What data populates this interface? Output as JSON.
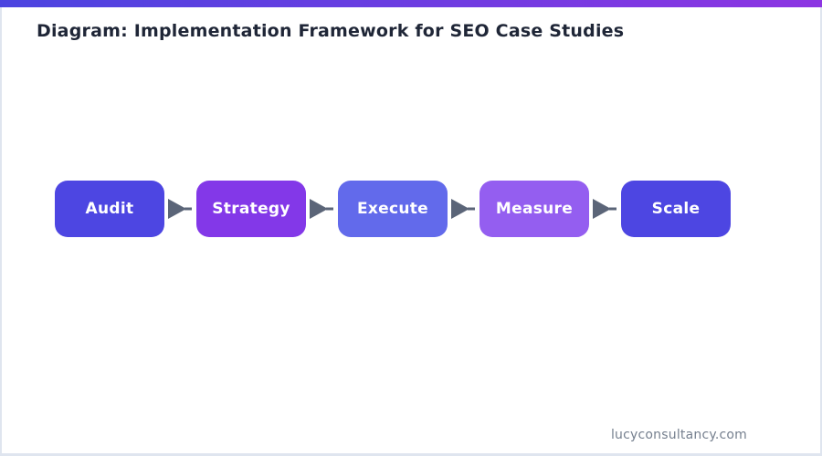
{
  "header": {
    "title": "Diagram: Implementation Framework for SEO Case Studies"
  },
  "flow": {
    "steps": [
      {
        "label": "Audit",
        "color": "#4d46e2"
      },
      {
        "label": "Strategy",
        "color": "#8338e8"
      },
      {
        "label": "Execute",
        "color": "#626aeb"
      },
      {
        "label": "Measure",
        "color": "#945ef0"
      },
      {
        "label": "Scale",
        "color": "#4d46e2"
      }
    ]
  },
  "footer": {
    "website": "lucyconsultancy.com"
  },
  "colors": {
    "top_bar_gradient_start": "#4b44e0",
    "top_bar_gradient_end": "#8d35e2",
    "arrow": "#5b6578",
    "title_text": "#1f2637",
    "footer_text": "#76808f",
    "page_border": "#dfe5ef"
  }
}
